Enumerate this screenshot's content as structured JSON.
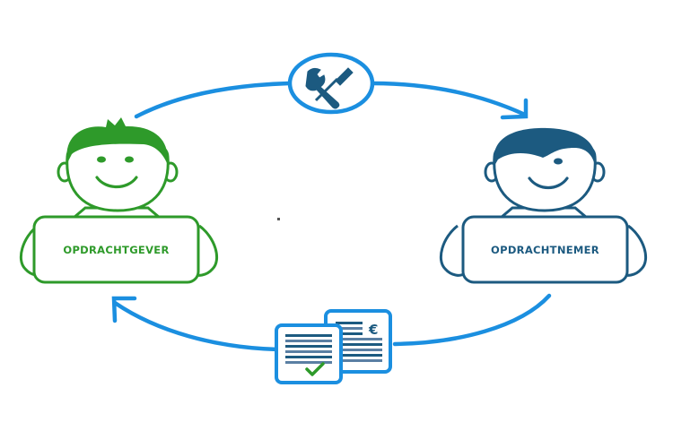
{
  "diagram": {
    "title": "Opdrachtgever – Opdrachtnemer cyclus",
    "left_actor": {
      "label": "OPDRACHTGEVER",
      "color": "#2e9a2a"
    },
    "right_actor": {
      "label": "OPDRACHTNEMER",
      "color": "#1c5a80"
    },
    "top_step": {
      "icon": "tools-icon",
      "meaning": "werk / service"
    },
    "bottom_step": {
      "icon": "invoice-documents-icon",
      "currency_symbol": "€"
    },
    "colors": {
      "cycle_arrow": "#1b8fe0",
      "green": "#2e9a2a",
      "navy": "#1c5a80",
      "check": "#2e9a2a"
    }
  }
}
